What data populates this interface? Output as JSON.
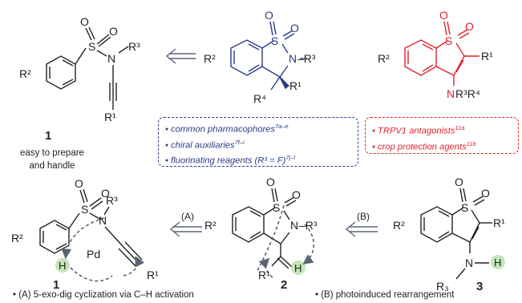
{
  "colors": {
    "black": "#222222",
    "blue": "#2c3a86",
    "red": "#e0222c",
    "gray": "#5b6477",
    "green": "#a9dc9a"
  },
  "molecule_1_top": {
    "r2": "R²",
    "s": "S",
    "o1": "O",
    "o2": "O",
    "n": "N",
    "r3": "R³",
    "r1": "R¹",
    "number": "1",
    "caption_line1": "easy to prepare",
    "caption_line2": "and handle"
  },
  "molecule_benzosultam": {
    "r2": "R²",
    "s": "S",
    "o1": "O",
    "o2": "O",
    "n": "N",
    "r3": "–R³",
    "r1": "R¹",
    "r4": "R⁴"
  },
  "molecule_benzothiophene": {
    "r2": "R²",
    "s": "S",
    "o1": "O",
    "o2": "O",
    "r1": "R¹",
    "n": "N",
    "r3r4": "R³R⁴"
  },
  "blue_box": {
    "line1": "common pharmacophores",
    "ref1": "7a–e",
    "line2": "chiral auxiliaries",
    "ref2": "7f–i",
    "line3": "fluorinating reagents (R³ = F)",
    "ref3": "7j–l"
  },
  "red_box": {
    "line1": "TRPV1 antagonists",
    "ref1": "11a",
    "line2": "crop protection agents",
    "ref2": "11b"
  },
  "arrow_a_label": "(A)",
  "arrow_b_label": "(B)",
  "molecule_1_bottom": {
    "r2": "R²",
    "s": "S",
    "o1": "O",
    "o2": "O",
    "n": "N",
    "r3": "R³",
    "h": "H",
    "pd": "Pd",
    "r1": "R¹",
    "number": "1"
  },
  "molecule_2": {
    "r2": "R²",
    "s": "S",
    "o1": "O",
    "o2": "O",
    "n": "N",
    "r3": "–R³",
    "r1": "R¹",
    "h": "H",
    "number": "2"
  },
  "molecule_3": {
    "r2": "R²",
    "s": "S",
    "o1": "O",
    "o2": "O",
    "r1": "R¹",
    "n": "N",
    "h": "H",
    "r3": "R₃",
    "number": "3"
  },
  "caption_a": "• (A) 5-exo-dig cyclization via C–H activation",
  "caption_b": "• (B) photoinduced rearrangement"
}
